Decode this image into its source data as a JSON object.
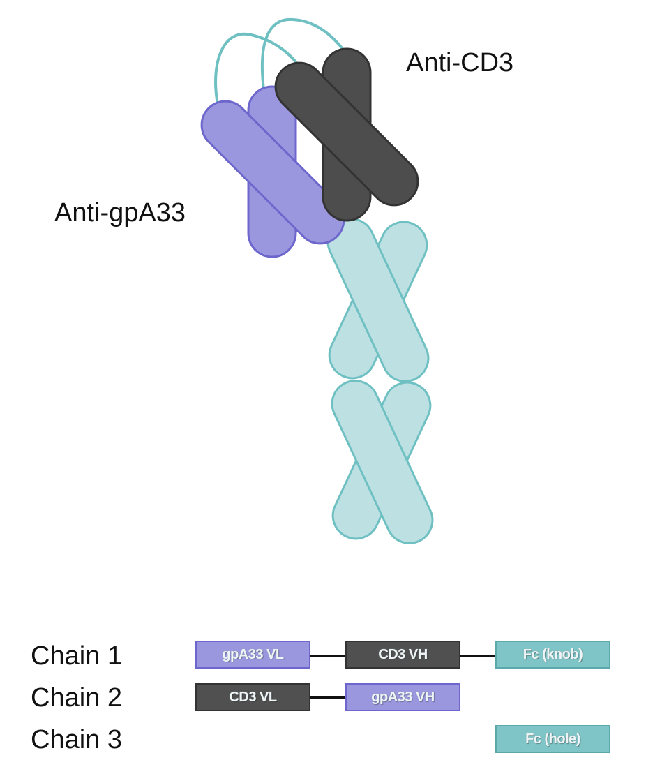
{
  "labels": {
    "anti_cd3": "Anti-CD3",
    "anti_gpa33": "Anti-gpA33"
  },
  "chains": [
    {
      "label": "Chain 1",
      "domains": [
        "gpA33 VL",
        "CD3 VH",
        "Fc (knob)"
      ]
    },
    {
      "label": "Chain 2",
      "domains": [
        "CD3 VL",
        "gpA33 VH"
      ]
    },
    {
      "label": "Chain 3",
      "domains": [
        "Fc (hole)"
      ]
    }
  ],
  "colors": {
    "gpa33_purple": "#9b97de",
    "gpa33_purple_border": "#6d66cc",
    "cd3_dark": "#505050",
    "cd3_dark_border": "#333333",
    "fc_teal": "#bde0e3",
    "fc_teal_border": "#6fc0c2",
    "fc_box_teal": "#7fc4c6",
    "linker_teal": "#6fc0c2"
  }
}
